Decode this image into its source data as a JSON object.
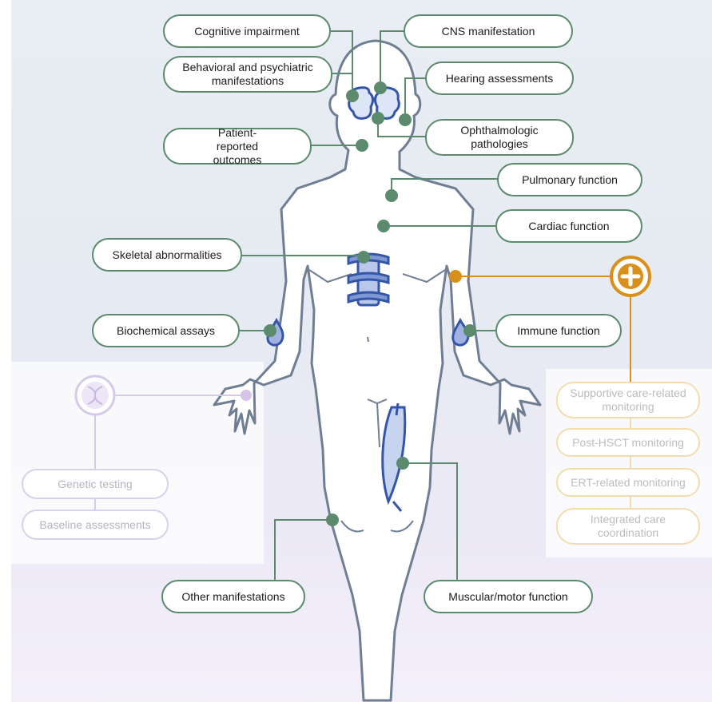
{
  "colors": {
    "assessment_accent": "#5c8a6c",
    "care_accent": "#d9901a",
    "genetic_accent": "#b9a6d8",
    "organ_blue": "#3556a8"
  },
  "icons": {
    "care": "medical-plus-icon",
    "genetic": "dna-icon",
    "brain": "brain-icon",
    "spine": "spine-icon",
    "blood": "blood-drop-icon",
    "muscle": "muscle-icon"
  },
  "assessments": {
    "cognitive": "Cognitive impairment",
    "cns": "CNS manifestation",
    "behavioral": "Behavioral and psychiatric manifestations",
    "hearing": "Hearing assessments",
    "patient_reported": "Patient-reported outcomes",
    "ophthalmologic": "Ophthalmologic pathologies",
    "pulmonary": "Pulmonary function",
    "cardiac": "Cardiac function",
    "skeletal": "Skeletal abnormalities",
    "biochemical": "Biochemical assays",
    "immune": "Immune function",
    "other": "Other manifestations",
    "muscular": "Muscular/motor function"
  },
  "genetic_panel": {
    "genetic_testing": "Genetic testing",
    "baseline": "Baseline assessments"
  },
  "care_panel": {
    "supportive": "Supportive care-related monitoring",
    "post_hsct": "Post-HSCT monitoring",
    "ert": "ERT-related monitoring",
    "integrated": "Integrated care coordination"
  }
}
